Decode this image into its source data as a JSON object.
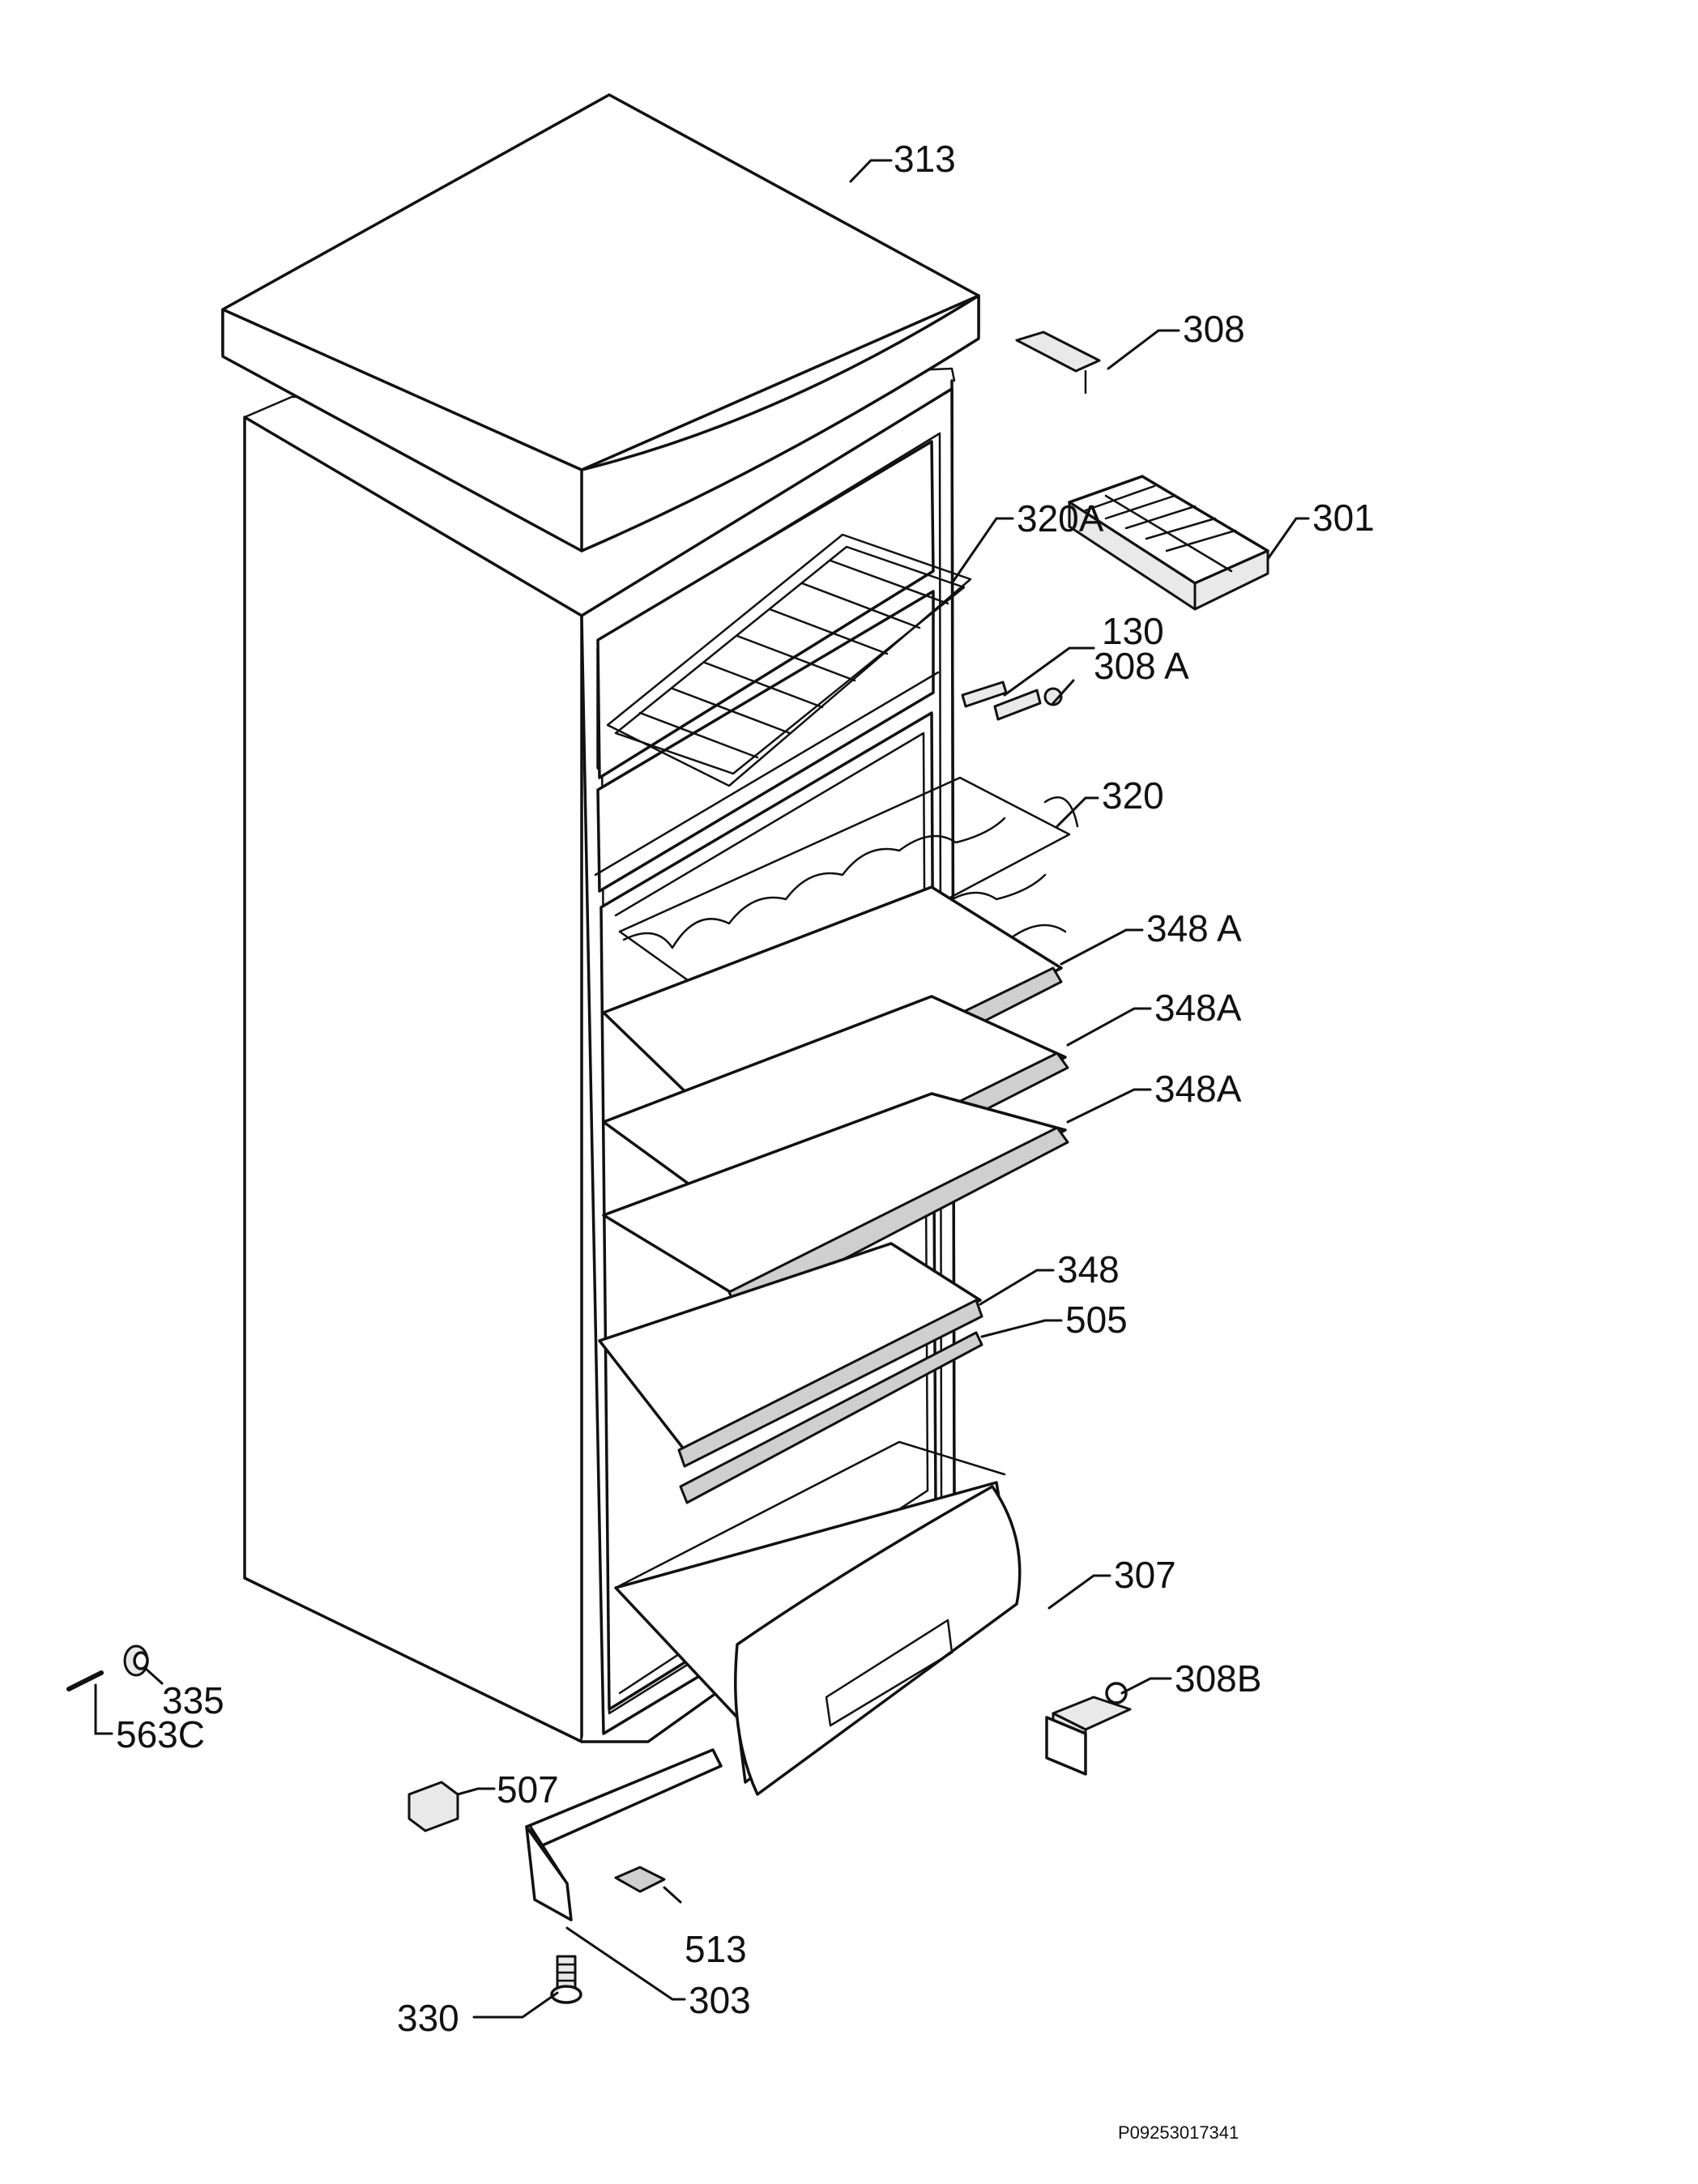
{
  "labels": {
    "p313": "313",
    "p308": "308",
    "p320a": "320A",
    "p301": "301",
    "p130": "130",
    "p308a": "308 A",
    "p320": "320",
    "p348a_1": "348 A",
    "p348a_2": "348A",
    "p348a_3": "348A",
    "p348": "348",
    "p505": "505",
    "p307": "307",
    "p335": "335",
    "p563c": "563C",
    "p308b": "308B",
    "p507": "507",
    "p513": "513",
    "p303": "303",
    "p330": "330"
  },
  "document_code": "P09253017341"
}
